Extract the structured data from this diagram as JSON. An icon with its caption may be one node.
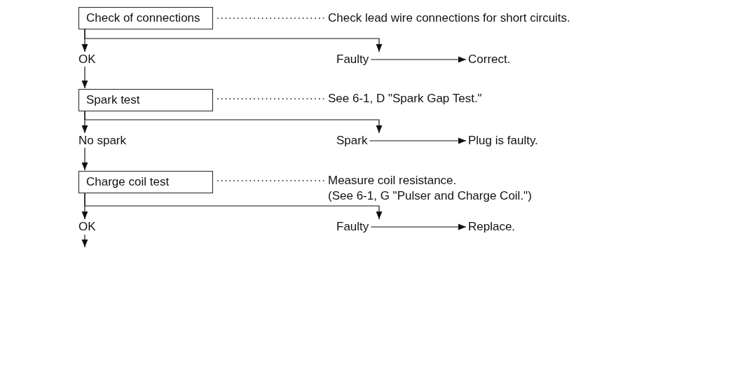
{
  "diagram": {
    "nodes": [
      {
        "text": [
          "Check of connections"
        ]
      },
      {
        "text": [
          "Check lead wire connections for short circuits."
        ]
      },
      {
        "text": [
          "OK"
        ]
      },
      {
        "text": [
          "Faulty"
        ]
      },
      {
        "text": [
          "Correct."
        ]
      },
      {
        "text": [
          "Spark test"
        ]
      },
      {
        "text": [
          "See 6-1, D \"Spark Gap Test.\""
        ]
      },
      {
        "text": [
          "No spark"
        ]
      },
      {
        "text": [
          "Spark"
        ]
      },
      {
        "text": [
          "Plug is faulty."
        ]
      },
      {
        "text": [
          "Charge coil test"
        ]
      },
      {
        "text": [
          "Measure coil resistance.",
          "(See 6-1, G \"Pulser and Charge Coil.\")"
        ]
      },
      {
        "text": [
          "OK"
        ]
      },
      {
        "text": [
          "Faulty"
        ]
      },
      {
        "text": [
          "Replace."
        ]
      }
    ],
    "edges": [
      {
        "from": 0,
        "to": 1,
        "arrow": "none",
        "style": "dashed"
      },
      {
        "from": 0,
        "to": 2,
        "arrow": "to"
      },
      {
        "from": 0,
        "to": 3,
        "arrow": "to"
      },
      {
        "from": 3,
        "to": 4,
        "arrow": "to"
      },
      {
        "from": 2,
        "to": 5,
        "arrow": "to"
      },
      {
        "from": 5,
        "to": 6,
        "arrow": "none",
        "style": "dashed"
      },
      {
        "from": 5,
        "to": 7,
        "arrow": "to"
      },
      {
        "from": 5,
        "to": 8,
        "arrow": "to"
      },
      {
        "from": 8,
        "to": 9,
        "arrow": "to"
      },
      {
        "from": 7,
        "to": 10,
        "arrow": "to"
      },
      {
        "from": 10,
        "to": 11,
        "arrow": "none",
        "style": "dashed"
      },
      {
        "from": 10,
        "to": 12,
        "arrow": "to"
      },
      {
        "from": 10,
        "to": 13,
        "arrow": "to"
      },
      {
        "from": 13,
        "to": 14,
        "arrow": "to"
      },
      {
        "from": 12,
        "to": null,
        "arrow": "to"
      }
    ]
  }
}
